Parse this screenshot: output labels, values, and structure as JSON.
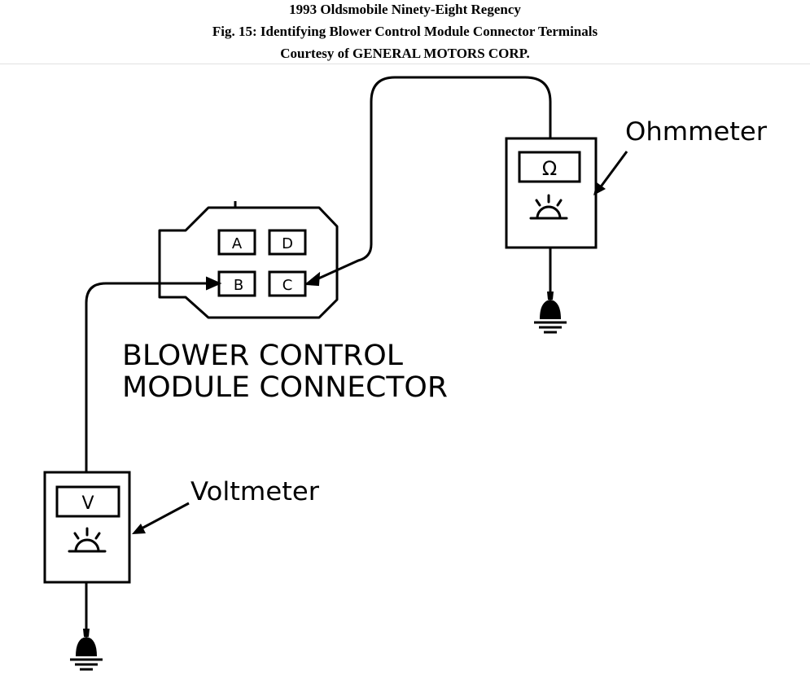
{
  "header": {
    "line1": "1993 Oldsmobile Ninety-Eight Regency",
    "line2": "Fig. 15: Identifying Blower Control Module Connector Terminals",
    "line3": "Courtesy of GENERAL MOTORS CORP."
  },
  "diagram": {
    "connector_label_line1": "BLOWER CONTROL",
    "connector_label_line2": "MODULE CONNECTOR",
    "terminals": {
      "a": "A",
      "b": "B",
      "c": "C",
      "d": "D"
    },
    "ohmmeter": {
      "label": "Ohmmeter",
      "display": "Ω"
    },
    "voltmeter": {
      "label": "Voltmeter",
      "display": "V"
    }
  }
}
